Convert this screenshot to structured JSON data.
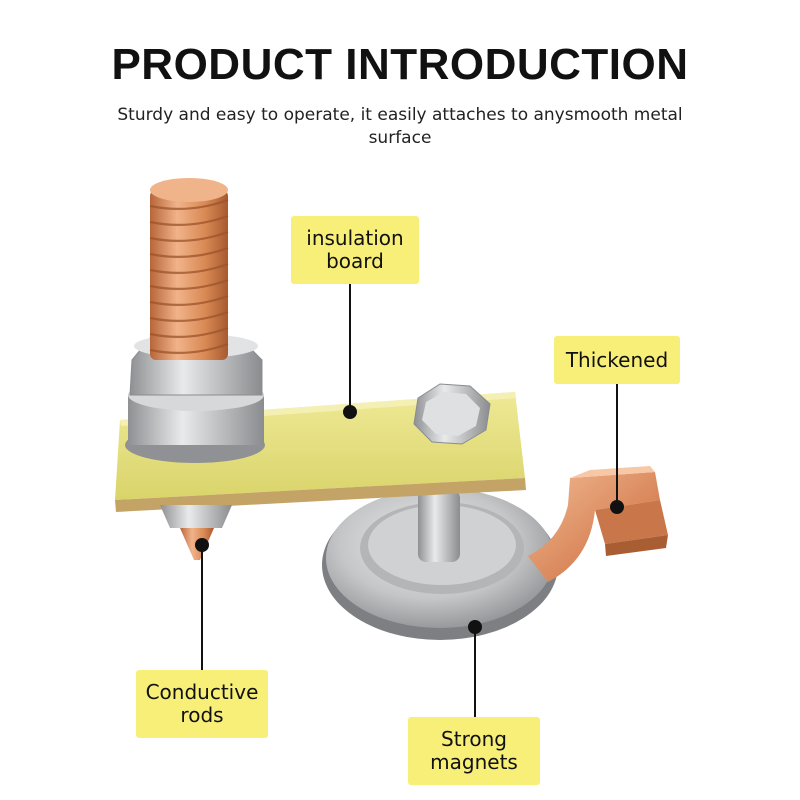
{
  "header": {
    "title": "PRODUCT INTRODUCTION",
    "subtitle_line1": "Sturdy and easy to operate, it easily attaches to anysmooth metal",
    "subtitle_line2": "surface"
  },
  "callouts": {
    "insulation_board": {
      "line1": "insulation",
      "line2": "board"
    },
    "thickened": {
      "line1": "Thickened"
    },
    "conductive_rods": {
      "line1": "Conductive",
      "line2": "rods"
    },
    "strong_magnets": {
      "line1": "Strong",
      "line2": "magnets"
    }
  },
  "colors": {
    "label_background": "#f7ef78",
    "board": "#e3e07a",
    "copper": "#d98a55",
    "steel": "#c4c6c8"
  }
}
